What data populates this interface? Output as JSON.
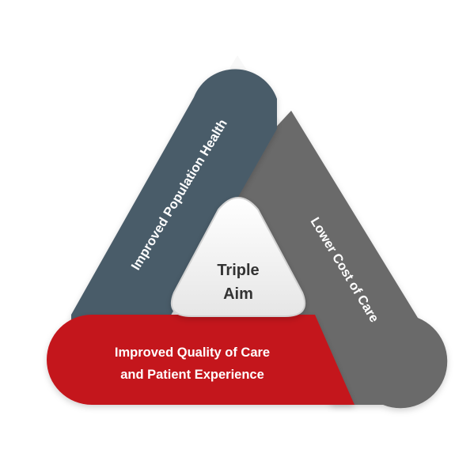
{
  "diagram": {
    "center": {
      "line1": "Triple",
      "line2": "Aim"
    },
    "bands": {
      "population": {
        "label": "Improved Population Health",
        "color": "#4a5b69"
      },
      "cost": {
        "label": "Lower Cost of Care",
        "color": "#6b6b6b"
      },
      "quality": {
        "line1": "Improved Quality of Care",
        "line2": "and Patient Experience",
        "color": "#c4161c"
      }
    }
  }
}
